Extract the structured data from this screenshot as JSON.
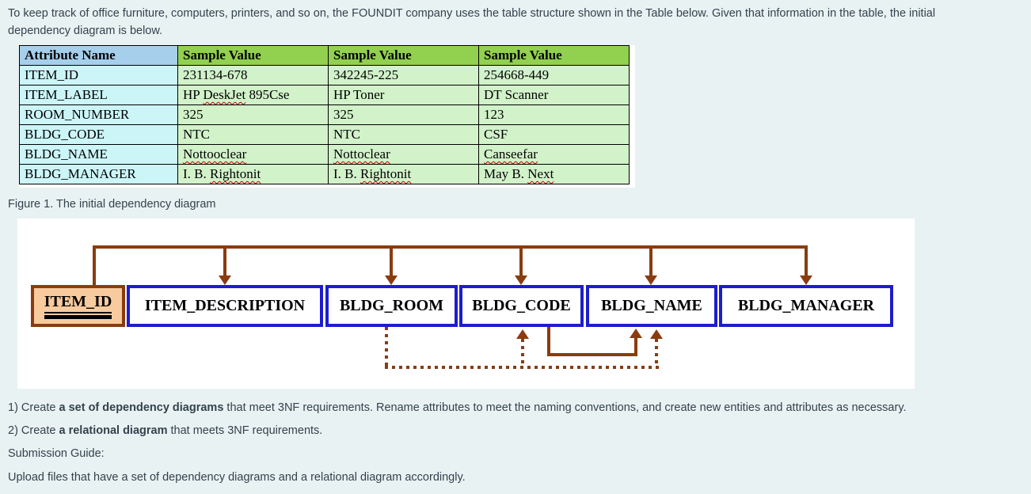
{
  "colors": {
    "page_bg": "#e9f2f3",
    "text": "#33424d",
    "table_header_blue": "#a6cfec",
    "table_header_green": "#92d050",
    "attr_cell_bg": "#ccf5f7",
    "value_cell_bg": "#d2f2ca",
    "diagram_arrow_brown": "#8a3c10",
    "diagram_box_blue": "#1d1dcd",
    "key_box_fill": "#f8cb9e",
    "squiggle_red": "#c00000"
  },
  "intro": {
    "text": "To keep track of office furniture, computers, printers, and so on, the FOUNDIT company uses the table structure shown in the Table below. Given that information in the table, the initial dependency diagram is below."
  },
  "table": {
    "headers": [
      "Attribute Name",
      "Sample Value",
      "Sample Value",
      "Sample Value"
    ],
    "rows": [
      {
        "name": "ITEM_ID",
        "values": [
          "231134-678",
          "342245-225",
          "254668-449"
        ]
      },
      {
        "name": "ITEM_LABEL",
        "values": [
          "HP DeskJet 895Cse",
          "HP Toner",
          "DT Scanner"
        ]
      },
      {
        "name": "ROOM_NUMBER",
        "values": [
          "325",
          "325",
          "123"
        ]
      },
      {
        "name": "BLDG_CODE",
        "values": [
          "NTC",
          "NTC",
          "CSF"
        ]
      },
      {
        "name": "BLDG_NAME",
        "values": [
          "Nottooclear",
          "Nottoclear",
          "Canseefar"
        ]
      },
      {
        "name": "BLDG_MANAGER",
        "values": [
          "I. B. Rightonit",
          "I. B. Rightonit",
          "May B. Next"
        ]
      }
    ],
    "misspelled": [
      "DeskJet",
      "Nottooclear",
      "Nottoclear",
      "Canseefar",
      "Rightonit",
      "Next"
    ]
  },
  "figure": {
    "caption": "Figure 1. The initial dependency diagram"
  },
  "diagram": {
    "boxes": [
      {
        "id": "item-id",
        "label": "ITEM_ID",
        "key": true
      },
      {
        "id": "item-description",
        "label": "ITEM_DESCRIPTION"
      },
      {
        "id": "bldg-room",
        "label": "BLDG_ROOM"
      },
      {
        "id": "bldg-code",
        "label": "BLDG_CODE"
      },
      {
        "id": "bldg-name",
        "label": "BLDG_NAME"
      },
      {
        "id": "bldg-manager",
        "label": "BLDG_MANAGER"
      }
    ]
  },
  "instructions": {
    "item1": {
      "pre": "1) Create ",
      "bold": "a set of dependency diagrams",
      "post": " that meet 3NF requirements. Rename attributes to meet the naming conventions, and create new entities and attributes as necessary."
    },
    "item2": {
      "pre": "2) Create ",
      "bold": "a relational diagram",
      "post": " that meets 3NF requirements."
    },
    "submission_label": "Submission Guide:",
    "upload_note": "Upload files that have a set of dependency diagrams and a relational diagram accordingly."
  }
}
